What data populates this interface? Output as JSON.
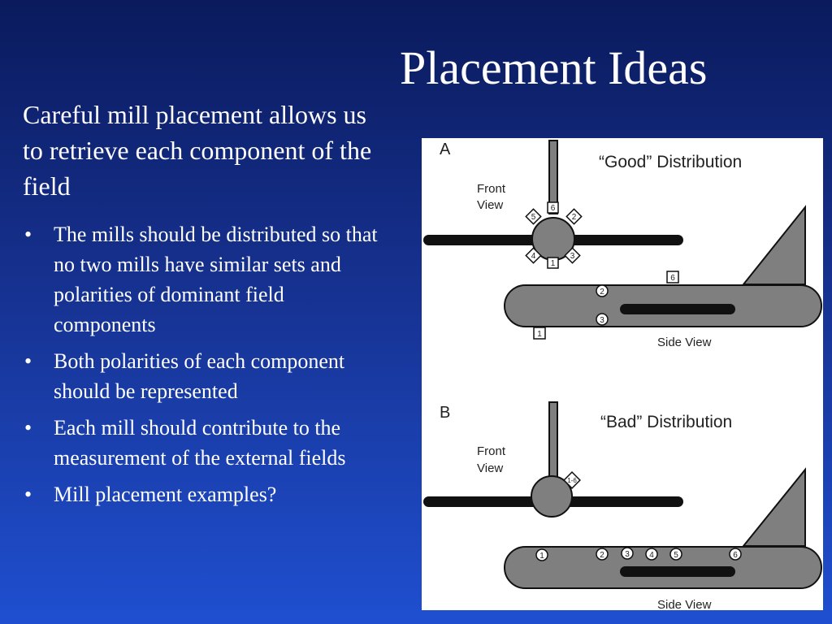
{
  "slide": {
    "title": "Placement Ideas",
    "subtitle": "Careful mill placement allows us to retrieve each component of the field",
    "bullet_glyph": "•",
    "bullets": [
      "The mills should be distributed so that no two mills have similar sets and polarities of dominant field components",
      "Both polarities of each component should be represented",
      "Each mill should contribute to the measurement of the external fields",
      "Mill placement examples?"
    ]
  },
  "figure": {
    "panel_a": {
      "letter": "A",
      "caption": "“Good” Distribution",
      "front_view": [
        "Front",
        "View"
      ],
      "side_view": "Side View",
      "front_marks": [
        "6",
        "2",
        "3",
        "1",
        "4",
        "5"
      ],
      "side_marks": [
        "2",
        "3",
        "6",
        "1"
      ]
    },
    "panel_b": {
      "letter": "B",
      "caption": "“Bad” Distribution",
      "front_view": [
        "Front",
        "View"
      ],
      "side_view": "Side View",
      "front_marks": [
        "1-6"
      ],
      "side_marks": [
        "1",
        "2",
        "3",
        "4",
        "5",
        "6"
      ]
    }
  }
}
